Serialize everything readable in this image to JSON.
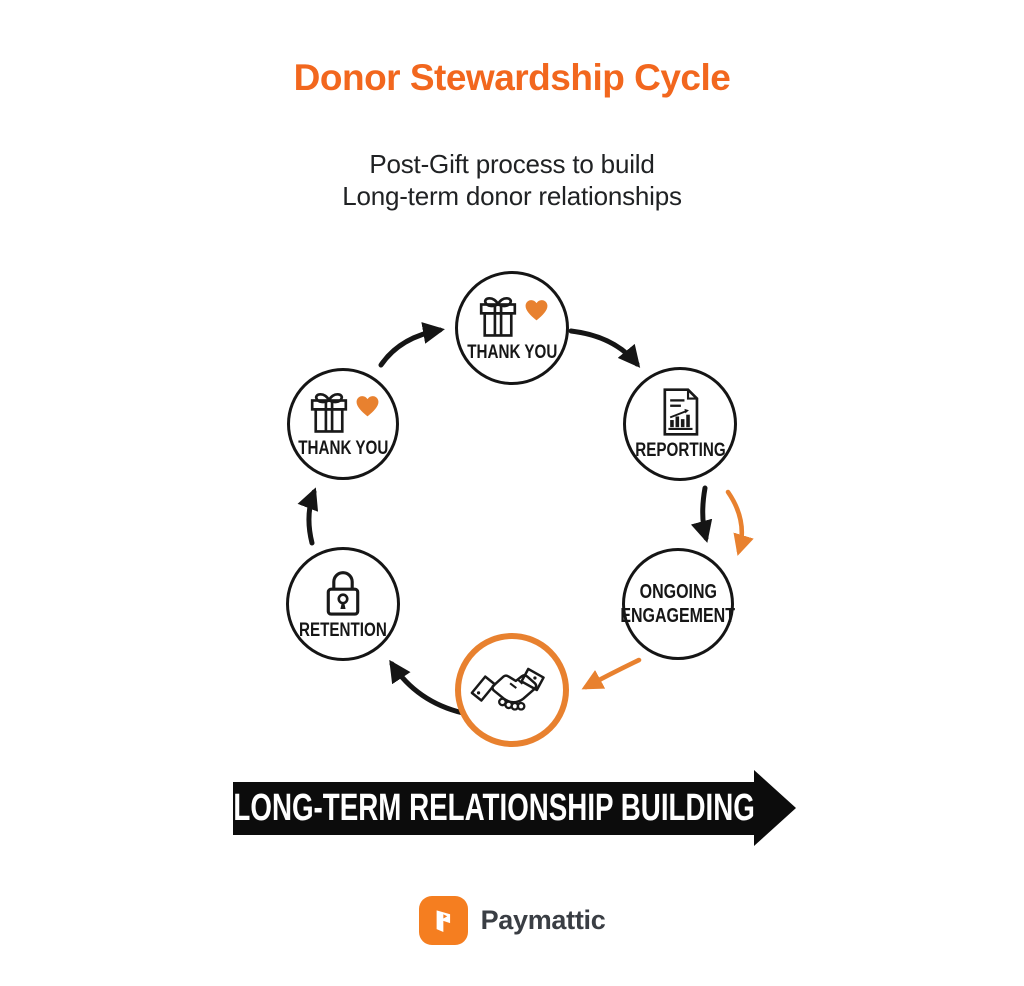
{
  "title": "Donor Stewardship Cycle",
  "subtitle": {
    "line1": "Post-Gift process to build",
    "line2": "Long-term donor relationships"
  },
  "cycle": {
    "nodes": [
      {
        "id": "thank-you-top",
        "label": "THANK YOU",
        "icon": "gift-heart-icon"
      },
      {
        "id": "reporting",
        "label": "REPORTING",
        "icon": "report-document-icon"
      },
      {
        "id": "ongoing-engagement",
        "label_line1": "ONGOING",
        "label_line2": "ENGAGEMENT",
        "icon": "none"
      },
      {
        "id": "relationship-handshake",
        "label": "",
        "icon": "handshake-icon"
      },
      {
        "id": "retention",
        "label": "RETENTION",
        "icon": "padlock-icon"
      },
      {
        "id": "thank-you-left",
        "label": "THANK YOU",
        "icon": "gift-heart-icon"
      }
    ],
    "flow": [
      {
        "from": "thank-you-left",
        "to": "thank-you-top",
        "color": "black"
      },
      {
        "from": "thank-you-top",
        "to": "reporting",
        "color": "black"
      },
      {
        "from": "reporting",
        "to": "ongoing-engagement",
        "color": "black"
      },
      {
        "from": "reporting",
        "to": "ongoing-engagement",
        "color": "orange"
      },
      {
        "from": "ongoing-engagement",
        "to": "relationship-handshake",
        "color": "orange"
      },
      {
        "from": "relationship-handshake",
        "to": "retention",
        "color": "black"
      },
      {
        "from": "retention",
        "to": "thank-you-left",
        "color": "black"
      }
    ]
  },
  "banner": {
    "label": "LONG-TERM RELATIONSHIP BUILDING"
  },
  "footer": {
    "brand": "Paymattic",
    "logo_icon": "paymattic-logo-icon"
  },
  "colors": {
    "title_orange": "#F2671E",
    "accent_orange": "#E8812F",
    "black": "#151515",
    "banner_black": "#0C0C0C",
    "logo_orange": "#F57E20",
    "text_dark": "#3A3E44"
  }
}
